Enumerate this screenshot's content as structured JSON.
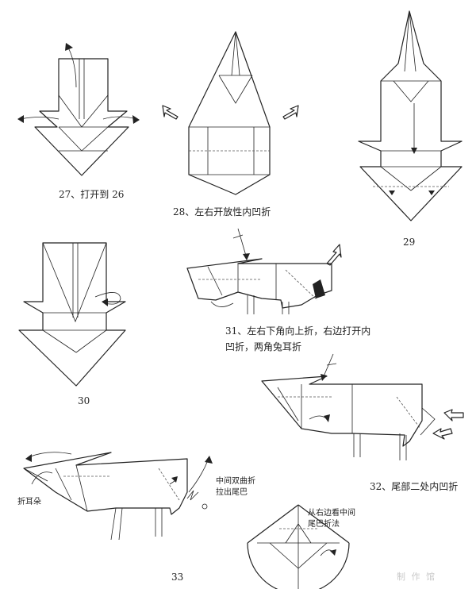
{
  "steps": [
    {
      "num": "27",
      "caption": "27、打开到 26"
    },
    {
      "num": "28",
      "caption": "28、左右开放性内凹折"
    },
    {
      "num": "29",
      "caption": "29"
    },
    {
      "num": "30",
      "caption": "30"
    },
    {
      "num": "31",
      "caption_line1": "31、左右下角向上折，右边打开内",
      "caption_line2": "凹折，两角兔耳折"
    },
    {
      "num": "32",
      "caption": "32、尾部二处内凹折"
    },
    {
      "num": "33",
      "caption": "33"
    }
  ],
  "annotations": {
    "ear_fold": "折耳朵",
    "tail_line1": "中间双曲折",
    "tail_line2": "拉出尾巴",
    "detail_line1": "从右边看中间",
    "detail_line2": "尾巴折法"
  },
  "watermark": "制 作 馆"
}
